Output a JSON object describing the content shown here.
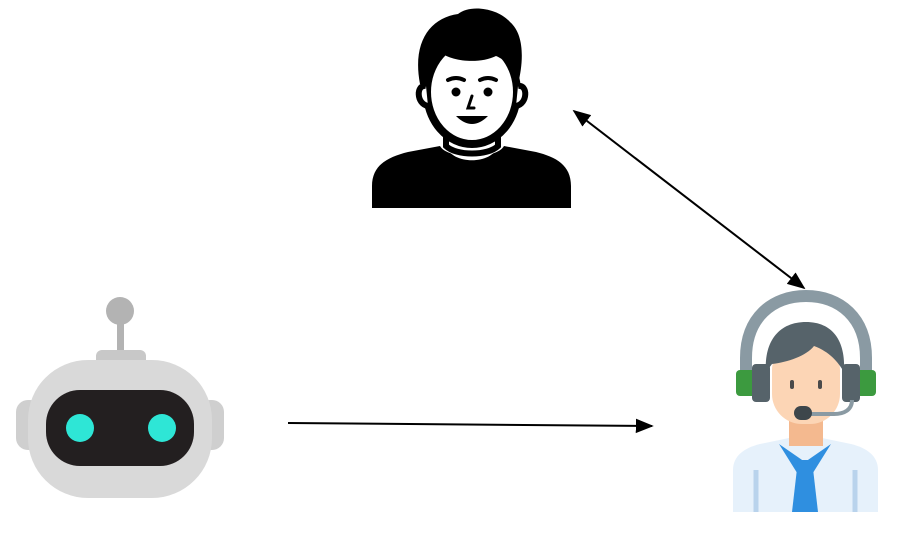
{
  "diagram": {
    "nodes": [
      {
        "id": "user",
        "icon": "person-icon"
      },
      {
        "id": "bot",
        "icon": "robot-icon"
      },
      {
        "id": "agent",
        "icon": "support-agent-icon"
      }
    ],
    "edges": [
      {
        "from": "user",
        "to": "agent",
        "direction": "bidirectional"
      },
      {
        "from": "bot",
        "to": "agent",
        "direction": "forward"
      }
    ]
  },
  "colors": {
    "background": "#ffffff",
    "line": "#000000",
    "person": "#000000",
    "robot_body": "#d9d9d9",
    "robot_visor": "#231f20",
    "robot_eyes": "#2ee6d6",
    "headset": "#8a9aa3",
    "headset_band": "#3c9a3f",
    "agent_hair": "#56636a",
    "agent_skin": "#fcd5b5",
    "agent_shirt": "#e6f1fb",
    "agent_tie": "#2f8fe0"
  }
}
